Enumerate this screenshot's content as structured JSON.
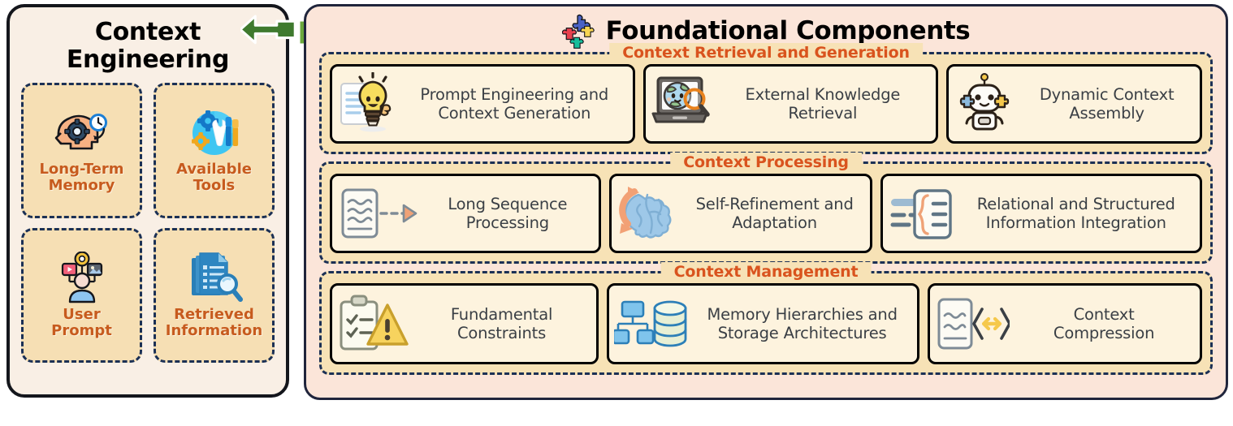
{
  "colors": {
    "left_panel_bg": "#F9EFE5",
    "left_panel_border": "#14161C",
    "left_card_bg": "#F6DFB4",
    "left_card_border": "#1B3055",
    "left_card_text": "#C75B1E",
    "right_panel_bg": "#FBE5D9",
    "right_panel_border": "#20253C",
    "section_bg": "#F7E2B6",
    "section_border": "#1B3055",
    "section_label_text": "#D9531E",
    "card_bg": "#FDF3DE",
    "card_border": "#000000",
    "card_text": "#3A3F45",
    "arrow_left": "#3F7A2E",
    "arrow_right": "#6AA83C"
  },
  "left_panel": {
    "title": "Context Engineering",
    "title_line1": "Context",
    "title_line2": "Engineering",
    "cards": [
      {
        "label": "Long-Term Memory",
        "line1": "Long-Term",
        "line2": "Memory",
        "icon": "head-gear-clock-icon"
      },
      {
        "label": "Available Tools",
        "line1": "Available",
        "line2": "Tools",
        "icon": "gear-wrench-tools-icon"
      },
      {
        "label": "User Prompt",
        "line1": "User",
        "line2": "Prompt",
        "icon": "user-multimodal-icon"
      },
      {
        "label": "Retrieved Information",
        "line1": "Retrieved",
        "line2": "Information",
        "icon": "documents-magnifier-icon"
      }
    ]
  },
  "connector": {
    "icon_left": "arrow-left-icon",
    "icon_right": "arrow-right-icon"
  },
  "right_panel": {
    "title": "Foundational Components",
    "title_icon": "puzzle-pieces-icon",
    "sections": [
      {
        "label": "Context Retrieval and Generation",
        "cards": [
          {
            "label": "Prompt Engineering and Context Generation",
            "line1": "Prompt Engineering and",
            "line2": "Context Generation",
            "icon": "lightbulb-document-icon"
          },
          {
            "label": "External Knowledge Retrieval",
            "line1": "External Knowledge",
            "line2": "Retrieval",
            "icon": "laptop-globe-magnifier-icon"
          },
          {
            "label": "Dynamic Context Assembly",
            "line1": "Dynamic Context",
            "line2": "Assembly",
            "icon": "robot-puzzle-icon"
          }
        ]
      },
      {
        "label": "Context Processing",
        "cards": [
          {
            "label": "Long Sequence Processing",
            "line1": "Long Sequence",
            "line2": "Processing",
            "icon": "document-arrow-icon"
          },
          {
            "label": "Self-Refinement and Adaptation",
            "line1": "Self-Refinement and",
            "line2": "Adaptation",
            "icon": "brain-refresh-icon"
          },
          {
            "label": "Relational and Structured Information Integration",
            "line1": "Relational and Structured",
            "line2": "Information Integration",
            "icon": "structured-data-brace-icon"
          }
        ]
      },
      {
        "label": "Context Management",
        "cards": [
          {
            "label": "Fundamental Constraints",
            "line1": "Fundamental",
            "line2": "Constraints",
            "icon": "clipboard-warning-icon"
          },
          {
            "label": "Memory Hierarchies and Storage Architectures",
            "line1": "Memory Hierarchies and",
            "line2": "Storage Architectures",
            "icon": "hierarchy-database-icon"
          },
          {
            "label": "Context Compression",
            "line1": "Context",
            "line2": "Compression",
            "icon": "document-compress-icon"
          }
        ]
      }
    ]
  }
}
